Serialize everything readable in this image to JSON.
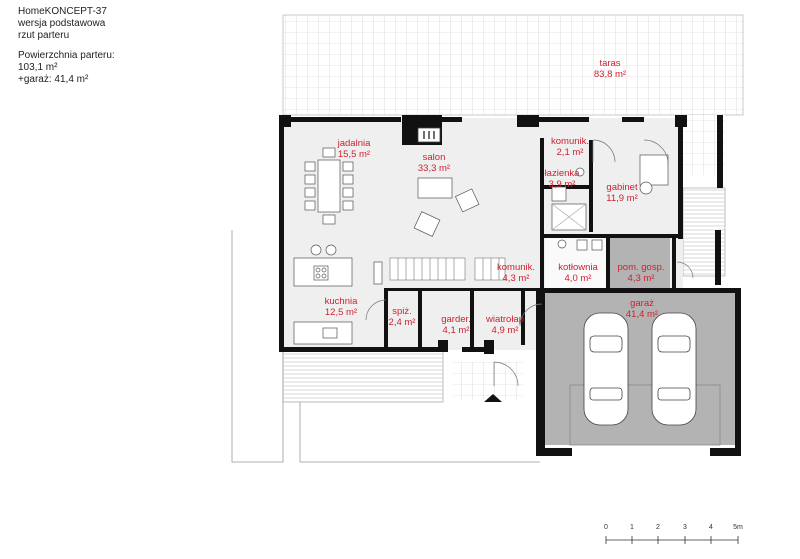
{
  "header": {
    "line1": "HomeKONCEPT-37",
    "line2": "wersja podstawowa",
    "line3": "rzut parteru",
    "area_label": "Powierzchnia parteru:",
    "area_value": "103,1 m²",
    "garage_value": "+garaż: 41,4 m²"
  },
  "rooms": {
    "taras": {
      "name": "taras",
      "area": "83,8 m²"
    },
    "jadalnia": {
      "name": "jadalnia",
      "area": "15,5 m²"
    },
    "salon": {
      "name": "salon",
      "area": "33,3 m²"
    },
    "komunik1": {
      "name": "komunik.",
      "area": "2,1 m²"
    },
    "lazienka": {
      "name": "łazienka",
      "area": "3,9 m²"
    },
    "gabinet": {
      "name": "gabinet",
      "area": "11,9 m²"
    },
    "komunik2": {
      "name": "komunik.",
      "area": "4,3 m²"
    },
    "kotlownia": {
      "name": "kotłownia",
      "area": "4,0 m²"
    },
    "pomgosp": {
      "name": "pom. gosp.",
      "area": "4,3 m²"
    },
    "kuchnia": {
      "name": "kuchnia",
      "area": "12,5 m²"
    },
    "spiz": {
      "name": "spiż.",
      "area": "2,4 m²"
    },
    "garder": {
      "name": "garder.",
      "area": "4,1 m²"
    },
    "wiatrolap": {
      "name": "wiatrołap",
      "area": "4,9 m²"
    },
    "garaz": {
      "name": "garaż",
      "area": "41,4 m²"
    }
  },
  "scale": {
    "ticks": [
      "0",
      "1",
      "2",
      "3",
      "4",
      "5m"
    ]
  },
  "colors": {
    "room_label": "#d01f2f",
    "wall": "#111111",
    "grey_room": "#b3b3b3",
    "floor": "#efefef"
  }
}
